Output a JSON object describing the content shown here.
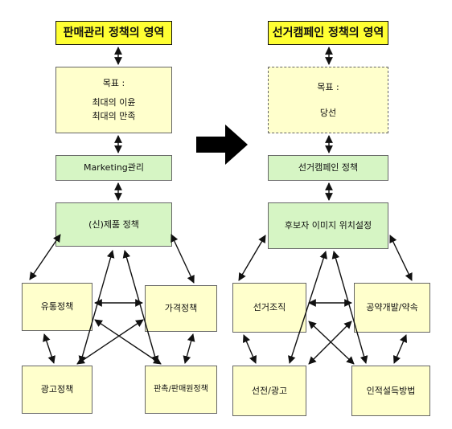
{
  "left": {
    "title": "판매관리 정책의 영역",
    "goal_label": "목표 :",
    "goal_line1": "최대의 이윤",
    "goal_line2": "최대의 만족",
    "management": "Marketing관리",
    "product_policy": "(신)제품  정책",
    "distribution": "유통정책",
    "price": "가격정책",
    "advertising": "광고정책",
    "promotion": "판촉/판매원정책"
  },
  "right": {
    "title": "선거캠페인 정책의 영역",
    "goal_label": "목표 :",
    "goal_line1": "당선",
    "campaign_policy": "선거캠페인 정책",
    "positioning": "후보자 이미지 위치설정",
    "organization": "선거조직",
    "pledge": "공약개발/약속",
    "promotion_ad": "선전/광고",
    "persuasion": "인적설득방법"
  },
  "colors": {
    "title_bg": "#ffff33",
    "yellow_bg": "#ffffcc",
    "green_bg": "#d6f5c4",
    "line": "#111111"
  }
}
